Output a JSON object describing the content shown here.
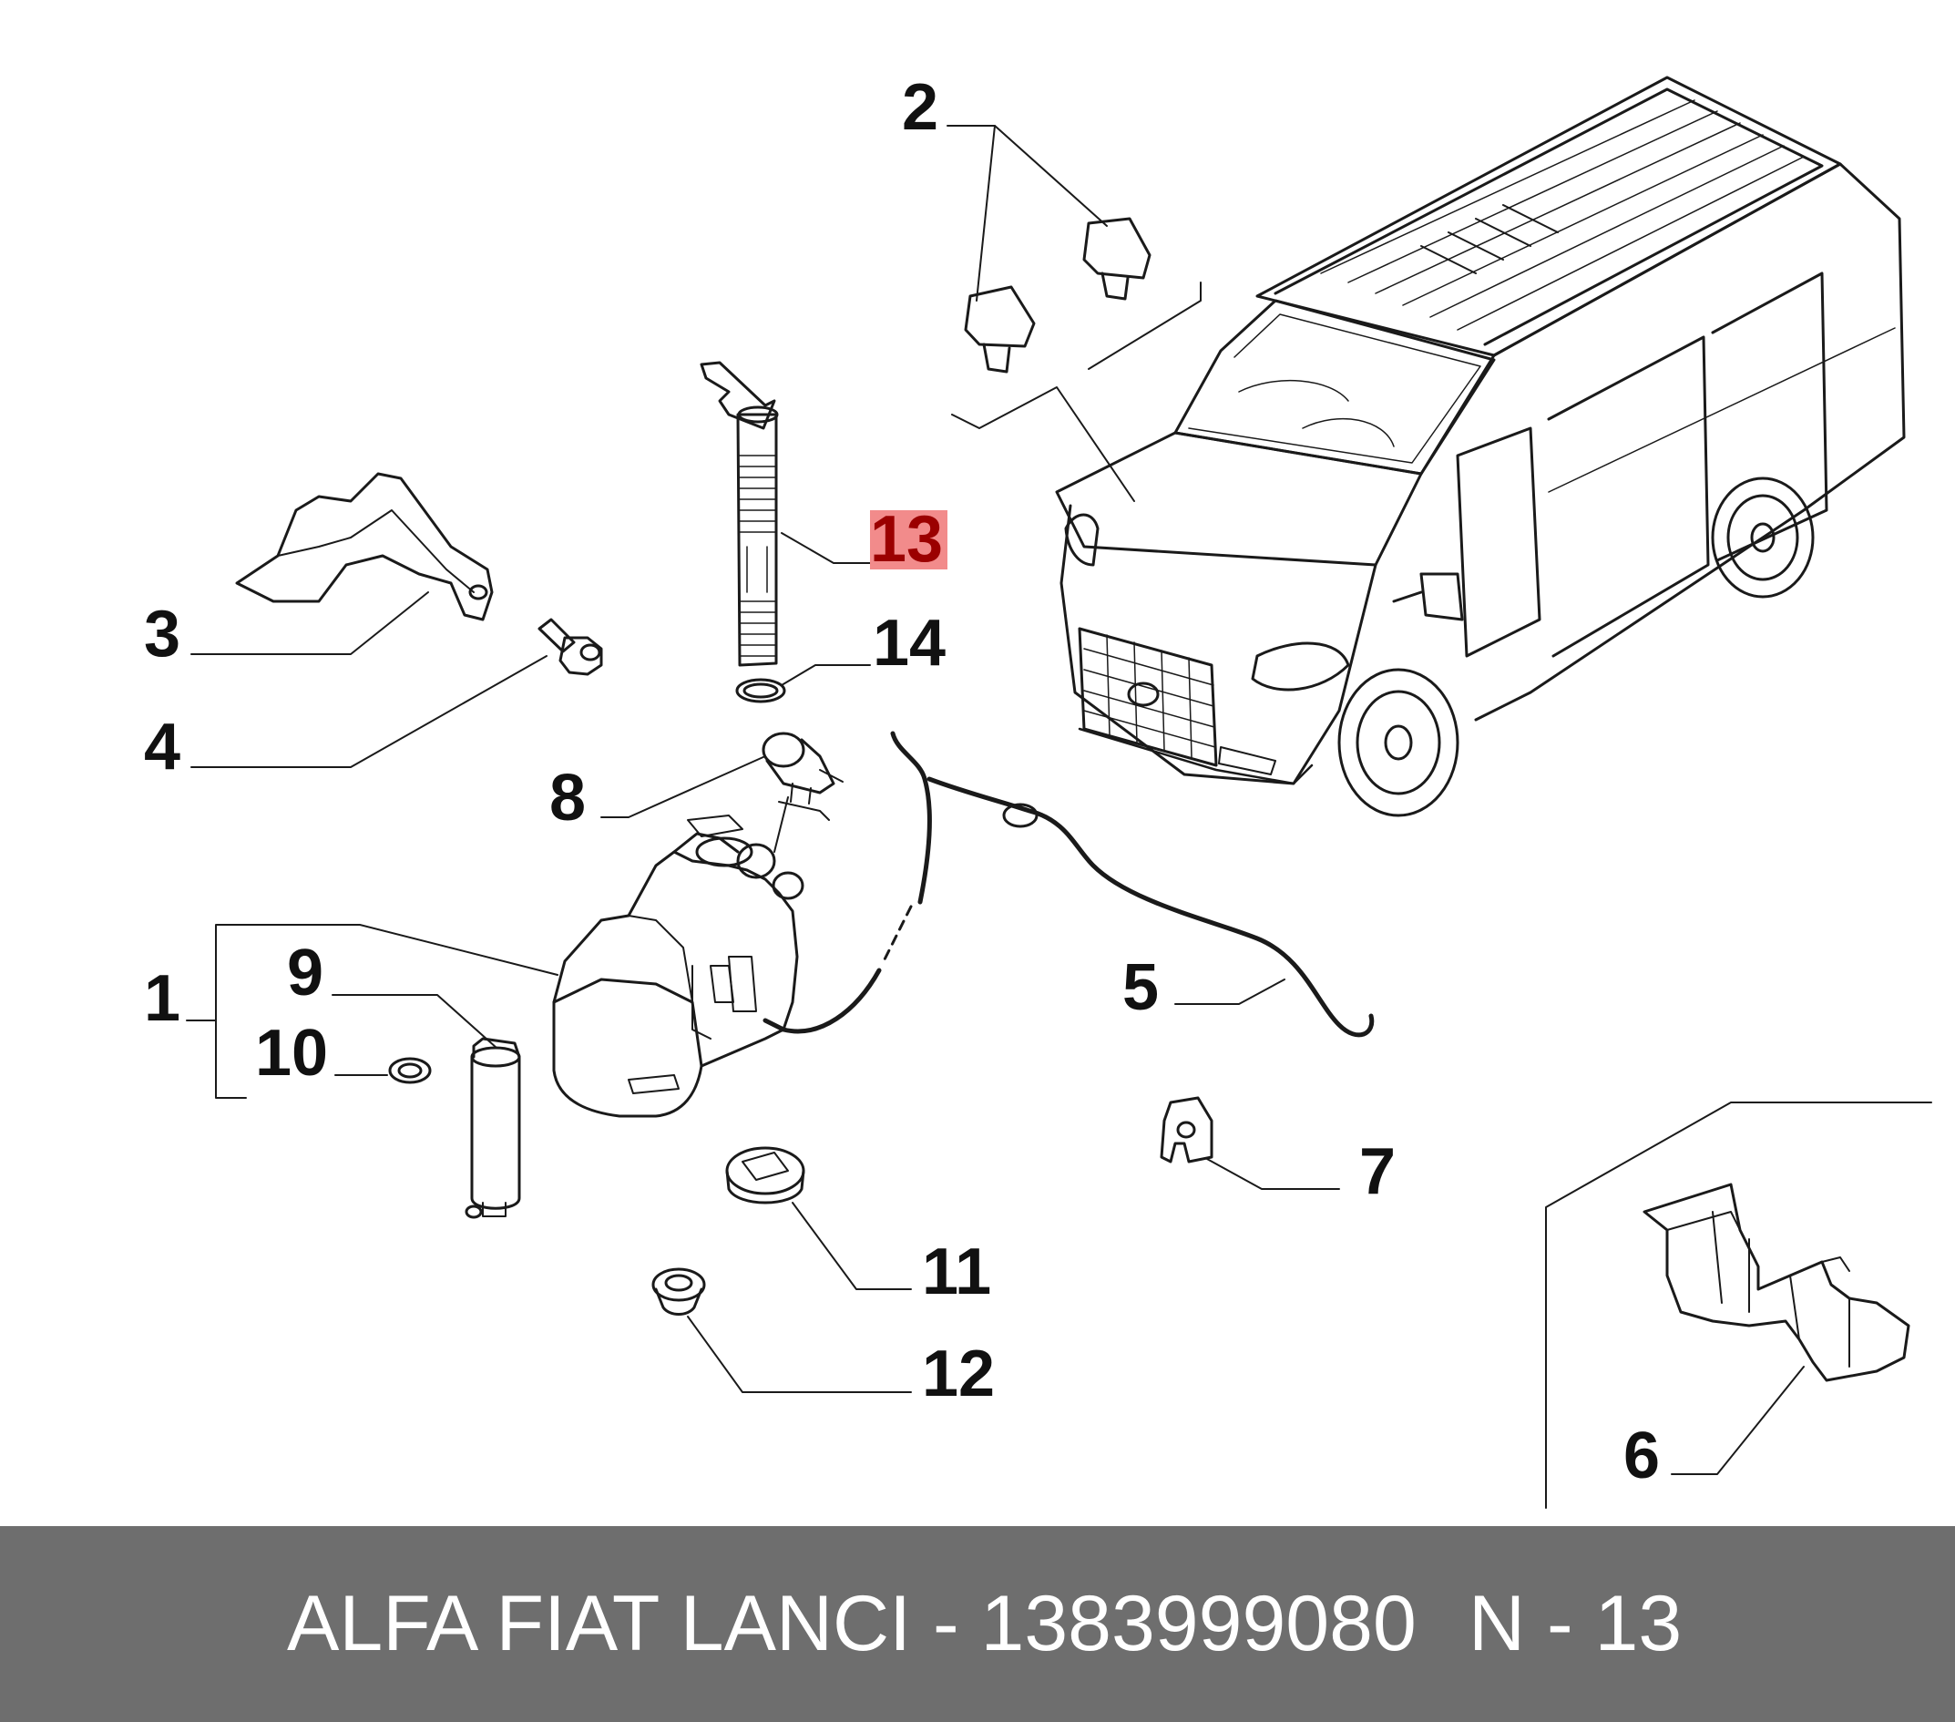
{
  "colors": {
    "ink": "#1a1a1a",
    "highlight": "#f28b8b",
    "highlight_text": "#9b0000",
    "footer_bg": "#6e6e6e",
    "footer_text": "#ffffff"
  },
  "callouts": [
    {
      "id": "1",
      "label": "1"
    },
    {
      "id": "2",
      "label": "2"
    },
    {
      "id": "3",
      "label": "3"
    },
    {
      "id": "4",
      "label": "4"
    },
    {
      "id": "5",
      "label": "5"
    },
    {
      "id": "6",
      "label": "6"
    },
    {
      "id": "7",
      "label": "7"
    },
    {
      "id": "8",
      "label": "8"
    },
    {
      "id": "9",
      "label": "9"
    },
    {
      "id": "10",
      "label": "10"
    },
    {
      "id": "11",
      "label": "11"
    },
    {
      "id": "12",
      "label": "12"
    },
    {
      "id": "13",
      "label": "13",
      "highlighted": true
    },
    {
      "id": "14",
      "label": "14"
    }
  ],
  "footer": {
    "part_text": "ALFA FIAT LANCI - 1383999080",
    "ref_text": "N - 13"
  }
}
